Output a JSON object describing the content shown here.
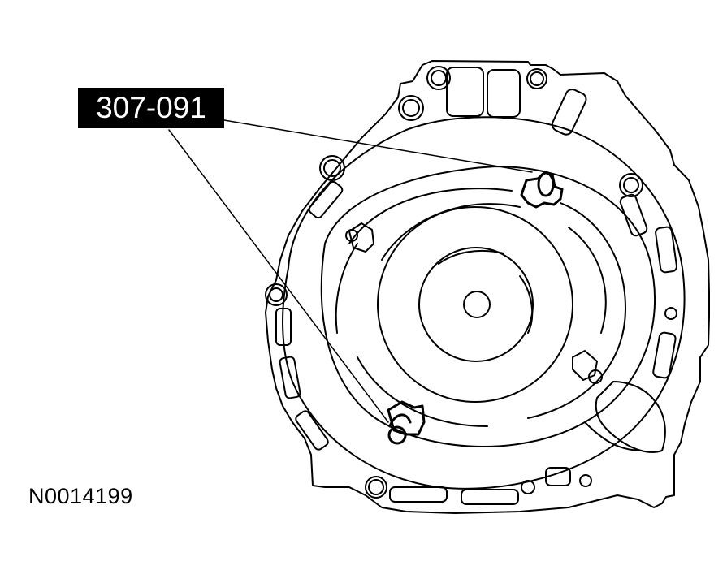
{
  "diagram": {
    "subject": "Transmission bell housing with torque converter, front view",
    "callout": {
      "label": "307-091",
      "bg_color": "#000000",
      "text_color": "#ffffff"
    },
    "figure_id": "N0014199",
    "leader_targets": [
      "upper-right torque converter stud tool",
      "lower-left torque converter stud tool"
    ],
    "line_color": "#000000"
  }
}
